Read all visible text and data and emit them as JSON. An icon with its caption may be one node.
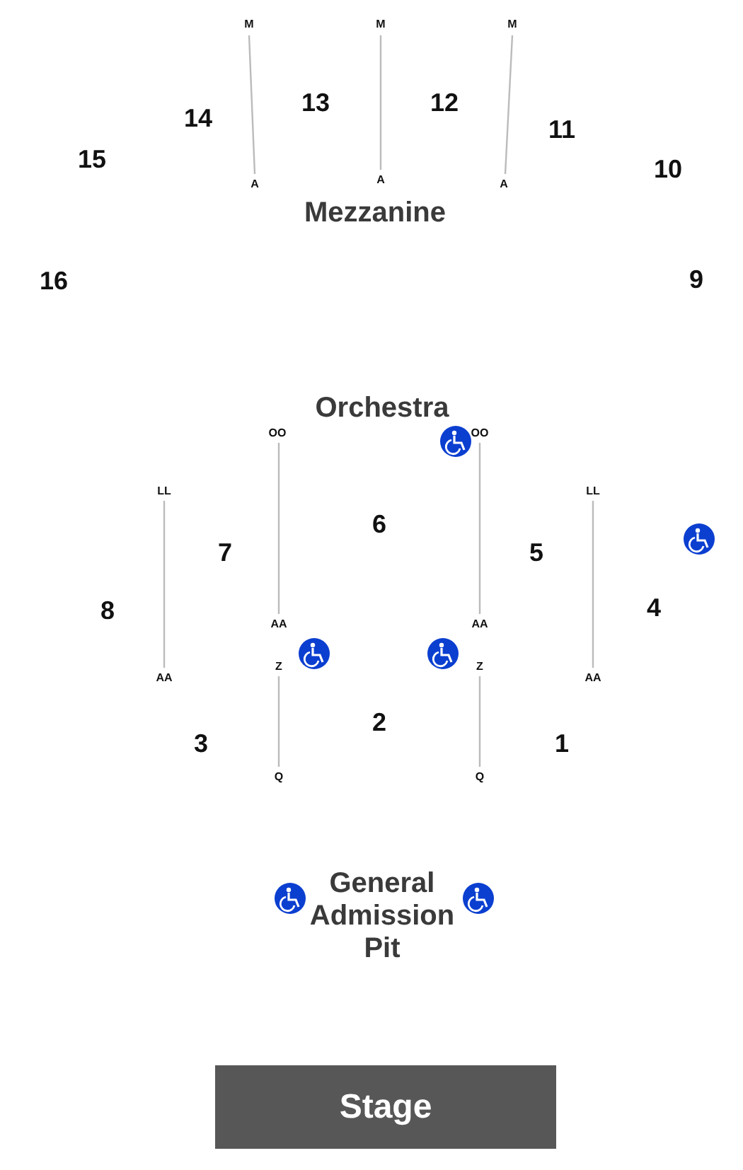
{
  "diagram": {
    "nodes": [
      {
        "text": [
          "Stage"
        ]
      }
    ],
    "labels": [
      "M",
      "M",
      "M",
      "13",
      "12",
      "14",
      "11",
      "15",
      "10",
      "A",
      "A",
      "A",
      "Mezzanine",
      "16",
      "9",
      "Orchestra",
      "OO",
      "OO",
      "LL",
      "LL",
      "6",
      "7",
      "5",
      "8",
      "4",
      "AA",
      "AA",
      "Z",
      "Z",
      "AA",
      "AA",
      "2",
      "3",
      "1",
      "Q",
      "Q",
      "General Admission Pit"
    ]
  }
}
